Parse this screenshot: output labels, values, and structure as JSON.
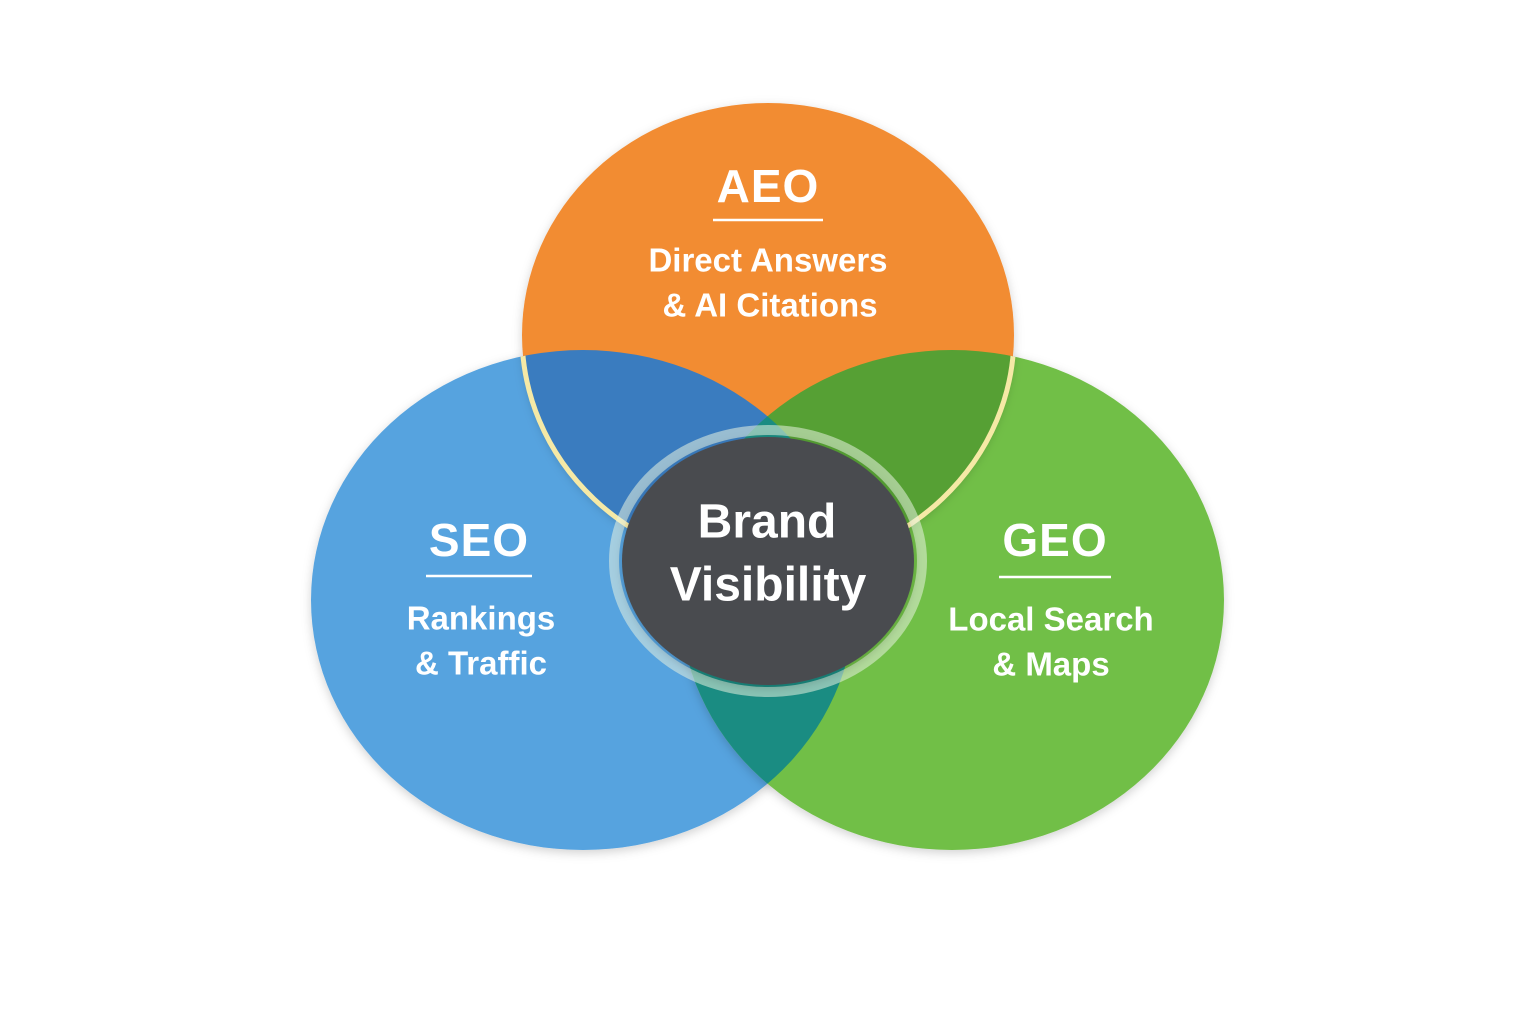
{
  "diagram": {
    "circles": [
      {
        "key": "aeo",
        "title": "AEO",
        "lines": [
          "Direct Answers",
          "& AI Citations"
        ],
        "color": "#F28C33"
      },
      {
        "key": "seo",
        "title": "SEO",
        "lines": [
          "Rankings",
          "& Traffic"
        ],
        "color": "#57A3DF"
      },
      {
        "key": "geo",
        "title": "GEO",
        "lines": [
          "Local Search",
          "& Maps"
        ],
        "color": "#71BF47"
      }
    ],
    "center": {
      "lines": [
        "Brand",
        "Visibility"
      ],
      "color": "#4A4C4F"
    },
    "overlap_colors": {
      "aeo_seo": "#3A7CBF",
      "aeo_geo": "#56A034",
      "seo_geo": "#1A8C82"
    },
    "accent_glow": "#F5E9A6"
  }
}
